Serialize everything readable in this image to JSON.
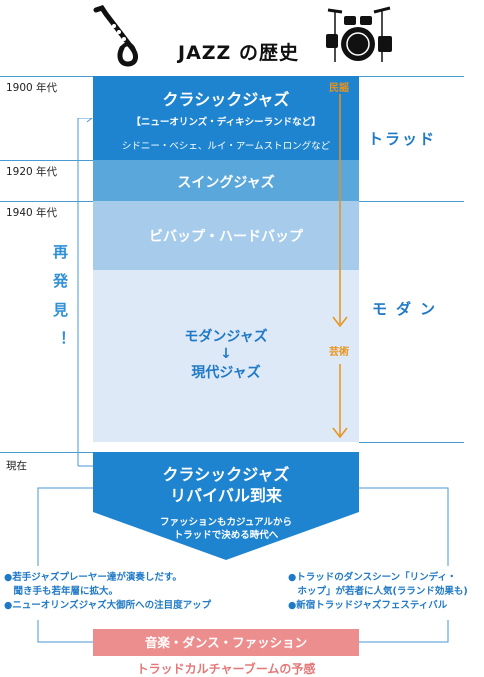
{
  "title": "JAZZ の歴史",
  "years": [
    "1900 年代",
    "1920 年代",
    "1940 年代",
    "現在"
  ],
  "bands": {
    "classic": {
      "title": "クラシックジャズ",
      "subtitle": "【ニューオリンズ・ディキシーランドなど】",
      "artists": "シドニー・ベシェ、ルイ・アームストロングなど"
    },
    "swing": "スイングジャズ",
    "bebop": "ビバップ・ハードバップ",
    "modern": {
      "line1": "モダンジャズ",
      "arrow": "↓",
      "line2": "現代ジャズ"
    }
  },
  "axis": {
    "top": "民謡",
    "bottom": "芸術"
  },
  "eras": {
    "trad": "トラッド",
    "modern": "モダン"
  },
  "rediscovery": "再発見！",
  "revival": {
    "line1": "クラシックジャズ",
    "line2": "リバイバル到来",
    "sub1": "ファッションもカジュアルから",
    "sub2": "トラッドで決める時代へ"
  },
  "left_bullets": [
    "●若手ジャズプレーヤー達が演奏しだす。",
    "　聞き手も若年層に拡大。",
    "●ニューオリンズジャズ大御所への注目度アップ"
  ],
  "right_bullets": [
    "●トラッドのダンスシーン「リンディ・",
    "　ホップ」が若者に人気(ラランド効果も)",
    "●新宿トラッドジャズフェスティバル"
  ],
  "bottom_bar": "音楽・ダンス・ファッション",
  "bottom_text": "トラッドカルチャーブームの予感",
  "colors": {
    "dark_blue": "#1e84d0",
    "mid_blue": "#5aa7dc",
    "light_blue": "#a6cbeb",
    "pale_blue": "#dde9f6",
    "orange": "#e8931c",
    "pink": "#ec8e8e"
  },
  "icons": [
    "saxophone-icon",
    "drum-kit-icon"
  ]
}
